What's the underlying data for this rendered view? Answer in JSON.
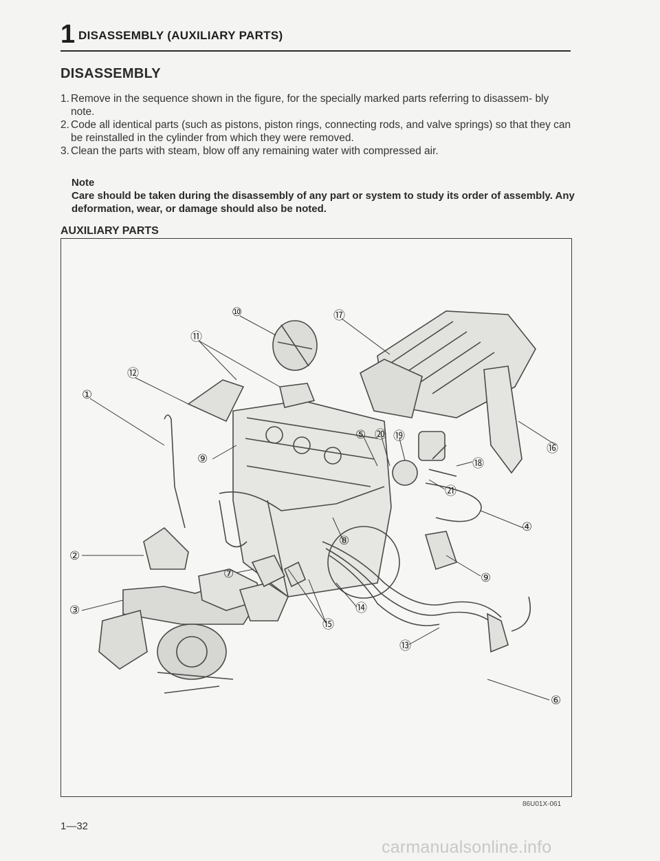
{
  "header": {
    "chapter_number": "1",
    "chapter_title": "DISASSEMBLY (AUXILIARY PARTS)"
  },
  "section_title": "DISASSEMBLY",
  "steps": [
    {
      "num": "1.",
      "text": "Remove in the sequence shown in the figure, for the specially marked parts referring to disassem- bly note."
    },
    {
      "num": "2.",
      "text": "Code all identical parts (such as pistons, piston rings, connecting rods, and valve springs) so that they can be reinstalled in the cylinder from which they were removed."
    },
    {
      "num": "3.",
      "text": "Clean the parts with steam, blow off any remaining water with compressed air."
    }
  ],
  "note": {
    "title": "Note",
    "text": "Care should be taken during the disassembly of any part or system to study its order of assembly. Any deformation, wear, or damage should also be noted."
  },
  "subsection_title": "AUXILIARY PARTS",
  "figure": {
    "code": "86U01X-061",
    "callouts": [
      "⑩",
      "⑰",
      "⑪",
      "⑫",
      "①",
      "⑤",
      "⑳",
      "⑲",
      "⑨",
      "⑯",
      "⑱",
      "㉑",
      "④",
      "②",
      "⑧",
      "⑨",
      "⑦",
      "⑭",
      "③",
      "⑮",
      "⑬",
      "⑥"
    ]
  },
  "page_number": "1—32",
  "watermark": "carmanualsonline.info"
}
